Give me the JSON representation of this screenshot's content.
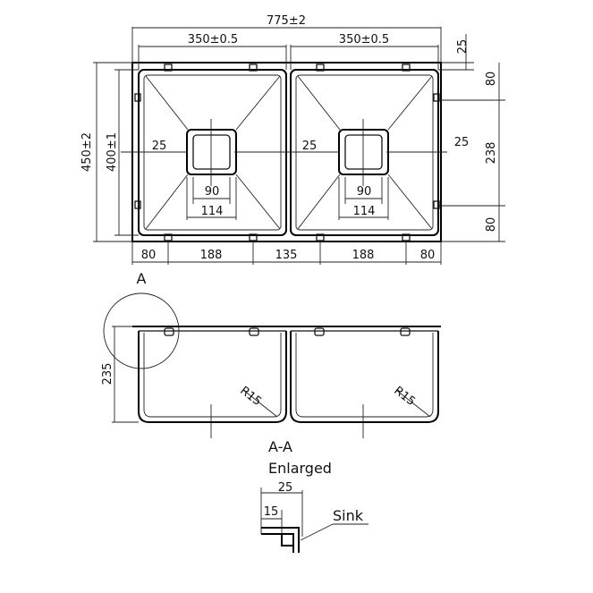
{
  "plan_view": {
    "overall_width": "775±2",
    "bowl_width_left": "350±0.5",
    "bowl_width_right": "350±0.5",
    "top_offset": "25",
    "right_top_80": "80",
    "right_mid_238": "238",
    "right_bottom_80": "80",
    "overall_depth": "450±2",
    "bowl_depth": "400±1",
    "drain_left_25": "25",
    "drain_center_25": "25",
    "drain_right_25": "25",
    "drain_90_left": "90",
    "drain_114_left": "114",
    "drain_90_right": "90",
    "drain_114_right": "114",
    "bottom_80_left": "80",
    "bottom_188_left": "188",
    "bottom_135": "135",
    "bottom_188_right": "188",
    "bottom_80_right": "80"
  },
  "section_view": {
    "detail_marker": "A",
    "height": "235",
    "radius_left": "R15",
    "radius_right": "R15"
  },
  "detail_view": {
    "title_line1": "A-A",
    "title_line2": "Enlarged",
    "width_25": "25",
    "width_15": "15",
    "sink_label": "Sink"
  }
}
